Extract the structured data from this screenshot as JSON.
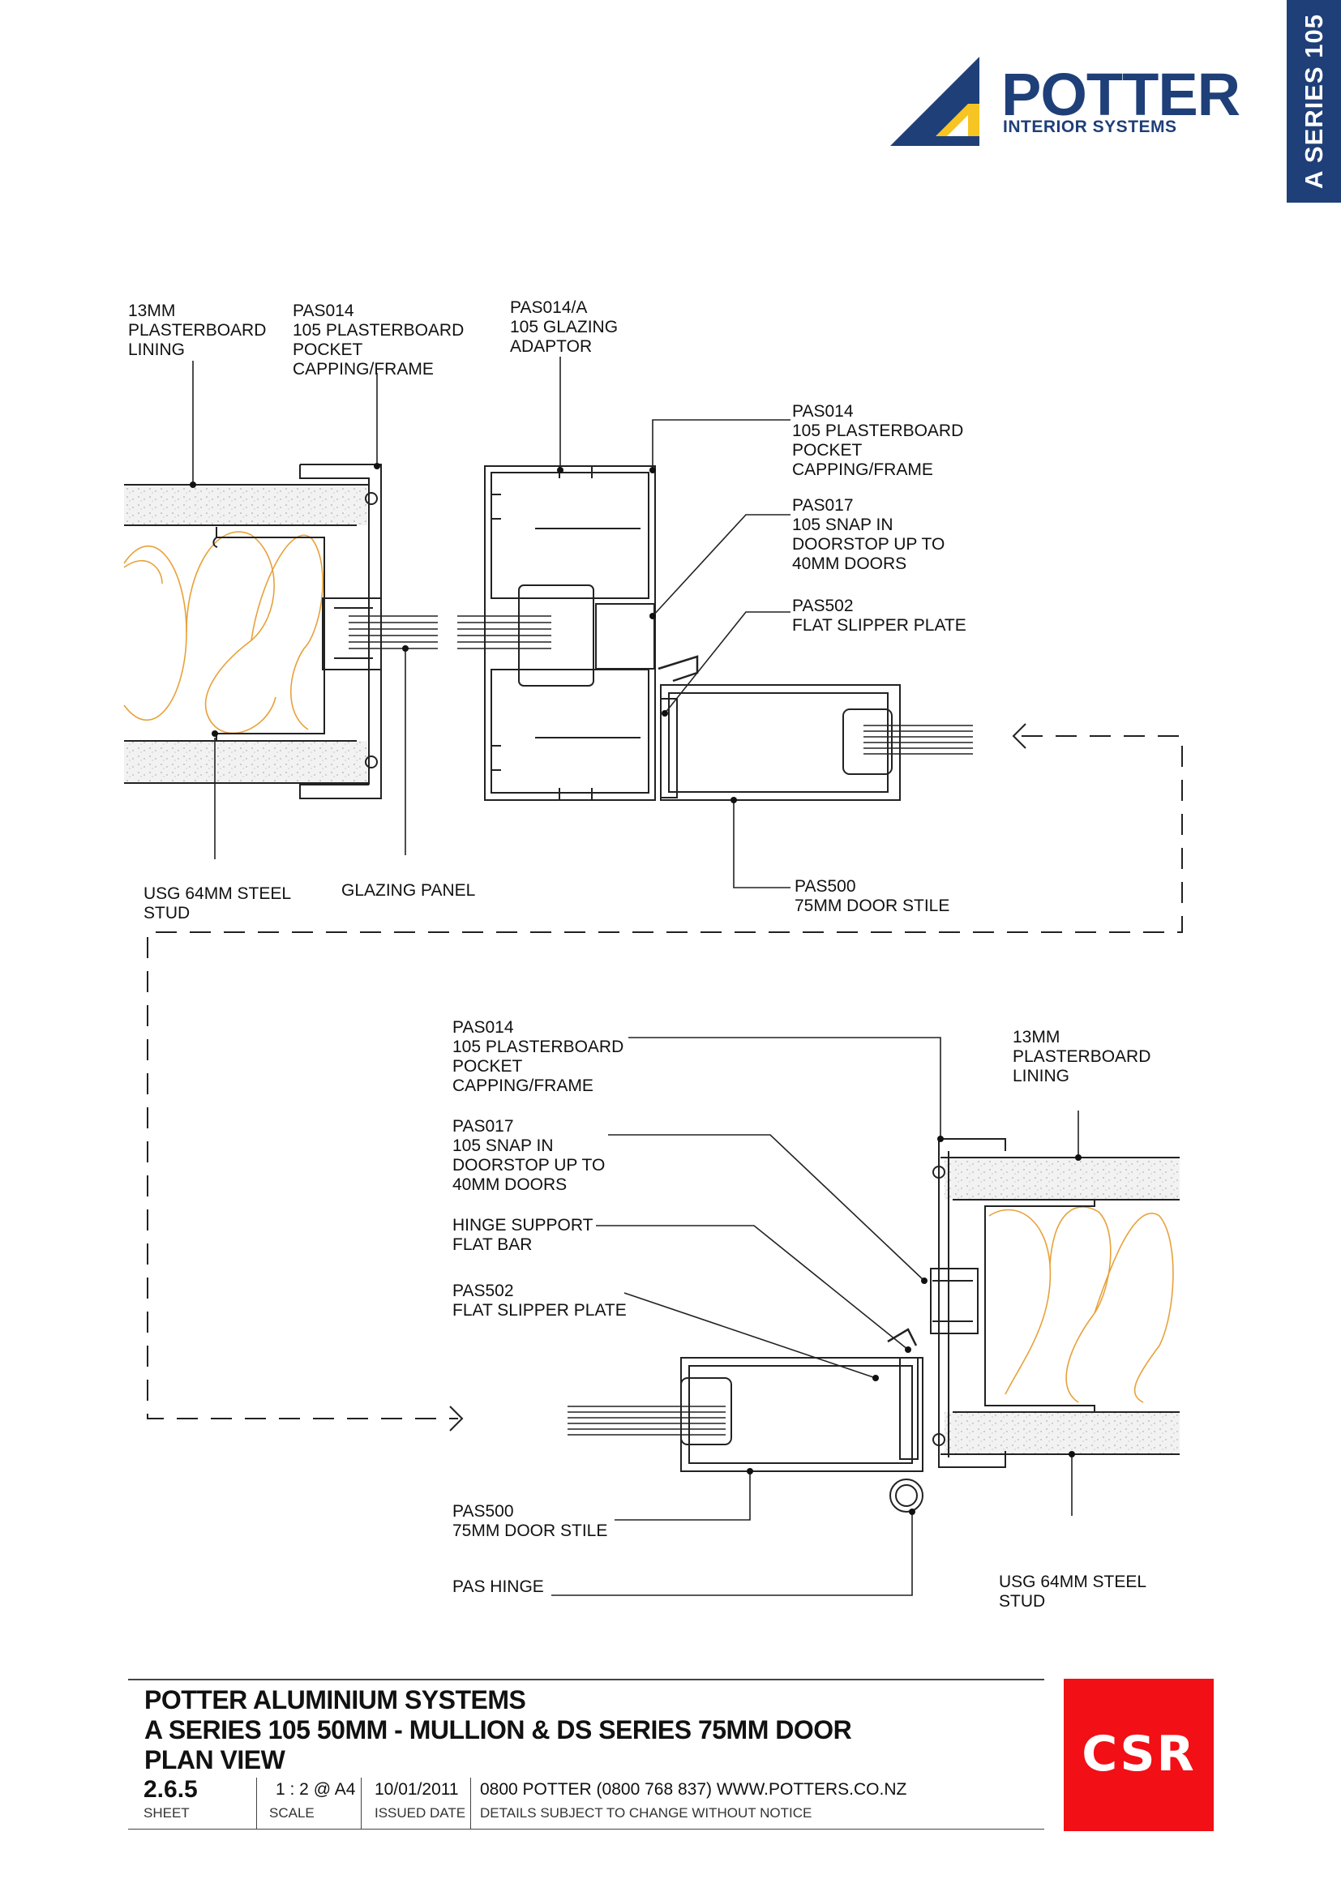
{
  "brand": {
    "side_tab": "A SERIES 105",
    "name": "POTTER",
    "subtitle": "INTERIOR SYSTEMS",
    "colors": {
      "navy": "#1f3f78",
      "yellow": "#f6c423",
      "csr_red": "#f20f16",
      "insulation": "#e8a13a"
    }
  },
  "top_labels": {
    "lining_13mm": "13MM\nPLASTERBOARD\nLINING",
    "pas014_a": "PAS014\n105 PLASTERBOARD\nPOCKET\nCAPPING/FRAME",
    "pas014a": "PAS014/A\n105 GLAZING\nADAPTOR",
    "pas014_b": "PAS014\n105 PLASTERBOARD\nPOCKET\nCAPPING/FRAME",
    "pas017": "PAS017\n105 SNAP IN\nDOORSTOP UP TO\n40MM DOORS",
    "pas502": "PAS502\nFLAT SLIPPER PLATE",
    "usg_stud": "USG 64MM STEEL\nSTUD",
    "glazing_panel": "GLAZING PANEL",
    "pas500": "PAS500\n75MM DOOR STILE"
  },
  "bottom_labels": {
    "pas014": "PAS014\n105 PLASTERBOARD\nPOCKET\nCAPPING/FRAME",
    "lining_13mm": "13MM\nPLASTERBOARD\nLINING",
    "pas017": "PAS017\n105 SNAP IN\nDOORSTOP UP TO\n40MM DOORS",
    "hinge_support": "HINGE SUPPORT\nFLAT BAR",
    "pas502": "PAS502\nFLAT SLIPPER PLATE",
    "pas500": "PAS500\n75MM DOOR STILE",
    "pas_hinge": "PAS HINGE",
    "usg_stud": "USG 64MM STEEL\nSTUD"
  },
  "title_block": {
    "line1": "POTTER ALUMINIUM SYSTEMS",
    "line2": "A SERIES 105 50MM - MULLION & DS SERIES 75MM DOOR",
    "line3": "PLAN VIEW",
    "sheet": "2.6.5",
    "sheet_caption": "SHEET",
    "scale": "1 : 2 @ A4",
    "scale_caption": "SCALE",
    "issued": "10/01/2011",
    "issued_caption": "ISSUED DATE",
    "contact": "0800 POTTER (0800 768 837) WWW.POTTERS.CO.NZ",
    "disclaimer": "DETAILS SUBJECT TO CHANGE WITHOUT NOTICE",
    "logo": "CSR"
  }
}
